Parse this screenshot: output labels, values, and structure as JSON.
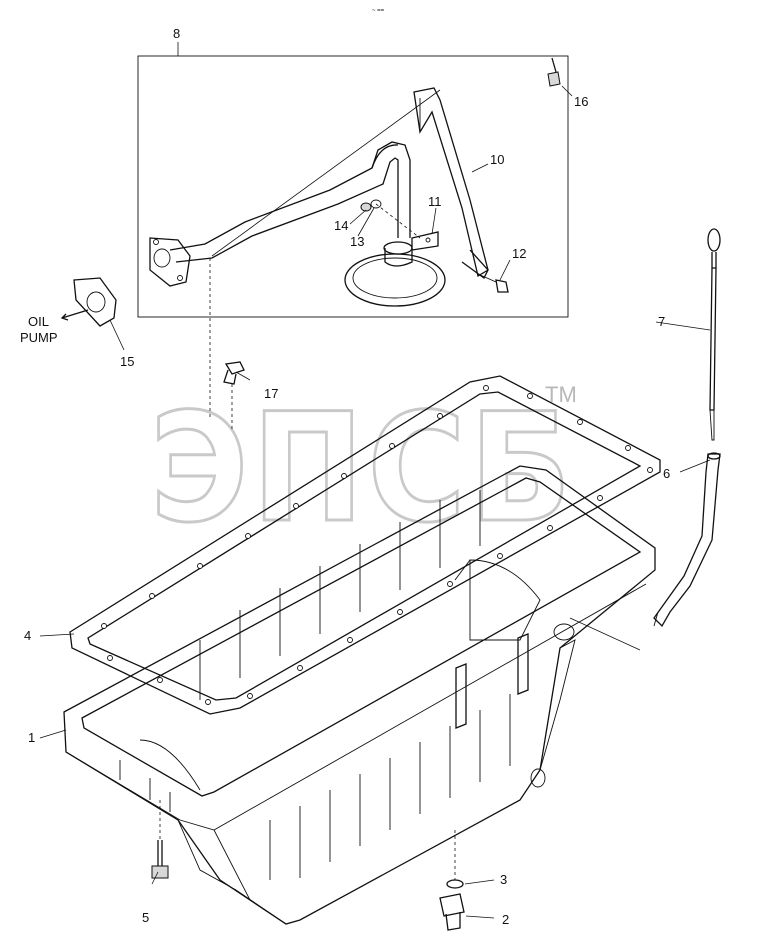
{
  "header": {
    "mark": "~ =="
  },
  "watermark": {
    "text": "ЭПСБ",
    "tm": "TM"
  },
  "note": {
    "oil_pump": [
      "OIL",
      "PUMP"
    ]
  },
  "callouts": [
    {
      "id": "c1",
      "label": "1"
    },
    {
      "id": "c2",
      "label": "2"
    },
    {
      "id": "c3",
      "label": "3"
    },
    {
      "id": "c4",
      "label": "4"
    },
    {
      "id": "c5",
      "label": "5"
    },
    {
      "id": "c6",
      "label": "6"
    },
    {
      "id": "c7",
      "label": "7"
    },
    {
      "id": "c8",
      "label": "8"
    },
    {
      "id": "c10",
      "label": "10"
    },
    {
      "id": "c11",
      "label": "11"
    },
    {
      "id": "c12",
      "label": "12"
    },
    {
      "id": "c13",
      "label": "13"
    },
    {
      "id": "c14",
      "label": "14"
    },
    {
      "id": "c15",
      "label": "15"
    },
    {
      "id": "c16",
      "label": "16"
    },
    {
      "id": "c17",
      "label": "17"
    }
  ]
}
